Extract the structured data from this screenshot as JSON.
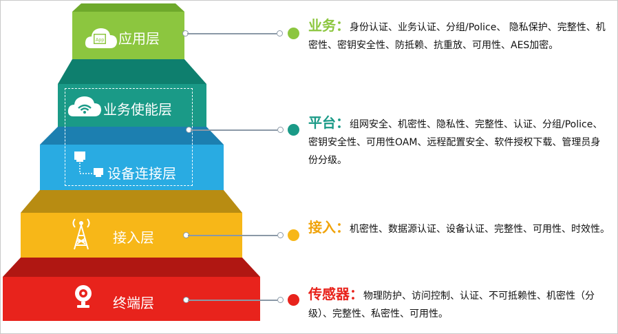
{
  "layers": [
    {
      "label": "应用层",
      "color": "#8cc63f"
    },
    {
      "label": "业务使能层",
      "color": "#1a9a87"
    },
    {
      "label": "设备连接层",
      "color": "#29abe2"
    },
    {
      "label": "接入层",
      "color": "#f7b718"
    },
    {
      "label": "终端层",
      "color": "#e8231c"
    }
  ],
  "icon_labels": {
    "app": "App"
  },
  "sections": [
    {
      "heading": "业务：",
      "text": "身份认证、业务认证、分组/Police、 隐私保护、完整性、机密性、密钥安全性、防抵赖、抗重放、可用性、AES加密。",
      "color": "#8cc63f",
      "heading_color": "#8cc63f"
    },
    {
      "heading": "平台：",
      "text": "组网安全、机密性、隐私性、完整性、认证、分组/Police、密钥安全性、可用性OAM、远程配置安全、软件授权下载、管理员身份分级。",
      "color": "#1a9a87",
      "heading_color": "#1a9a87"
    },
    {
      "heading": "接入：",
      "text": "机密性、数据源认证、设备认证、完整性、可用性、时效性。",
      "color": "#f7b718",
      "heading_color": "#f0a30a"
    },
    {
      "heading": "传感器：",
      "text": "物理防护、访问控制、认证、不可抵赖性、机密性（分级）、完整性、私密性、可用性。",
      "color": "#e8231c",
      "heading_color": "#e8231c"
    }
  ]
}
